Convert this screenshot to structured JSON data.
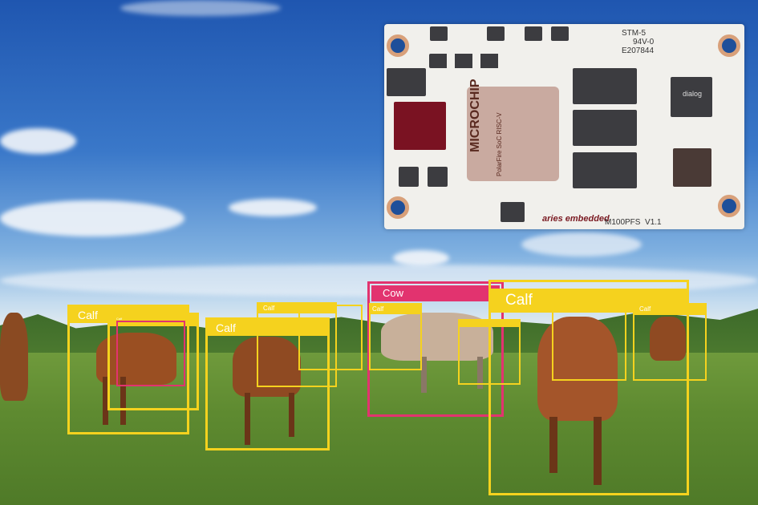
{
  "pcb": {
    "marking_1": "STM-5",
    "marking_2": "94V-0",
    "marking_3": "E207844",
    "chip_brand": "MICROCHIP",
    "chip_line": "PolarFire SoC RISC-V",
    "pmic_brand": "dialog",
    "logo": "aries embedded",
    "model": "M100PFS  V1.1"
  },
  "detections": [
    {
      "label": "Calf",
      "color": "#f5d21e"
    },
    {
      "label": "Calf",
      "color": "#f5d21e"
    },
    {
      "label": "",
      "color": "#e2336f"
    },
    {
      "label": "Calf",
      "color": "#f5d21e"
    },
    {
      "label": "Calf",
      "color": "#f5d21e"
    },
    {
      "label": "",
      "color": "#f5d21e"
    },
    {
      "label": "Cow",
      "color": "#e2336f"
    },
    {
      "label": "Calf",
      "color": "#f5d21e"
    },
    {
      "label": "",
      "color": "#f5d21e"
    },
    {
      "label": "Calf",
      "color": "#f5d21e"
    },
    {
      "label": "",
      "color": "#f5d21e"
    },
    {
      "label": "Calf",
      "color": "#f5d21e"
    }
  ]
}
